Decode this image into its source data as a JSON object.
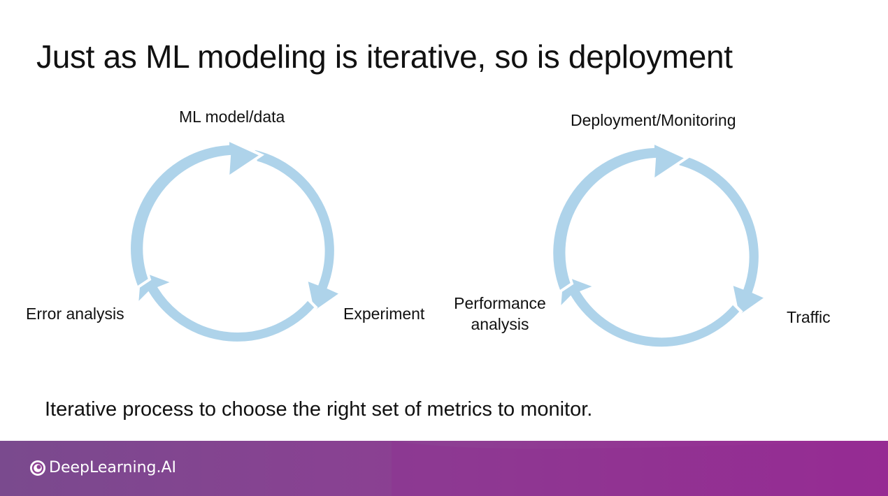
{
  "slide": {
    "title": "Just as ML modeling is iterative, so is deployment",
    "subtitle": "Iterative process to choose the right set of metrics to monitor."
  },
  "left_cycle": {
    "top_label": "ML model/data",
    "right_label": "Experiment",
    "left_label": "Error analysis",
    "arrow_color": "#aed3ea"
  },
  "right_cycle": {
    "top_label": "Deployment/Monitoring",
    "right_label": "Traffic",
    "left_label_line1": "Performance",
    "left_label_line2": "analysis",
    "arrow_color": "#aed3ea"
  },
  "footer": {
    "brand": "DeepLearning.AI",
    "colors": {
      "start": "#7a4a8e",
      "end": "#9a2a94"
    },
    "logo_icon": "deeplearning-logo-icon"
  }
}
